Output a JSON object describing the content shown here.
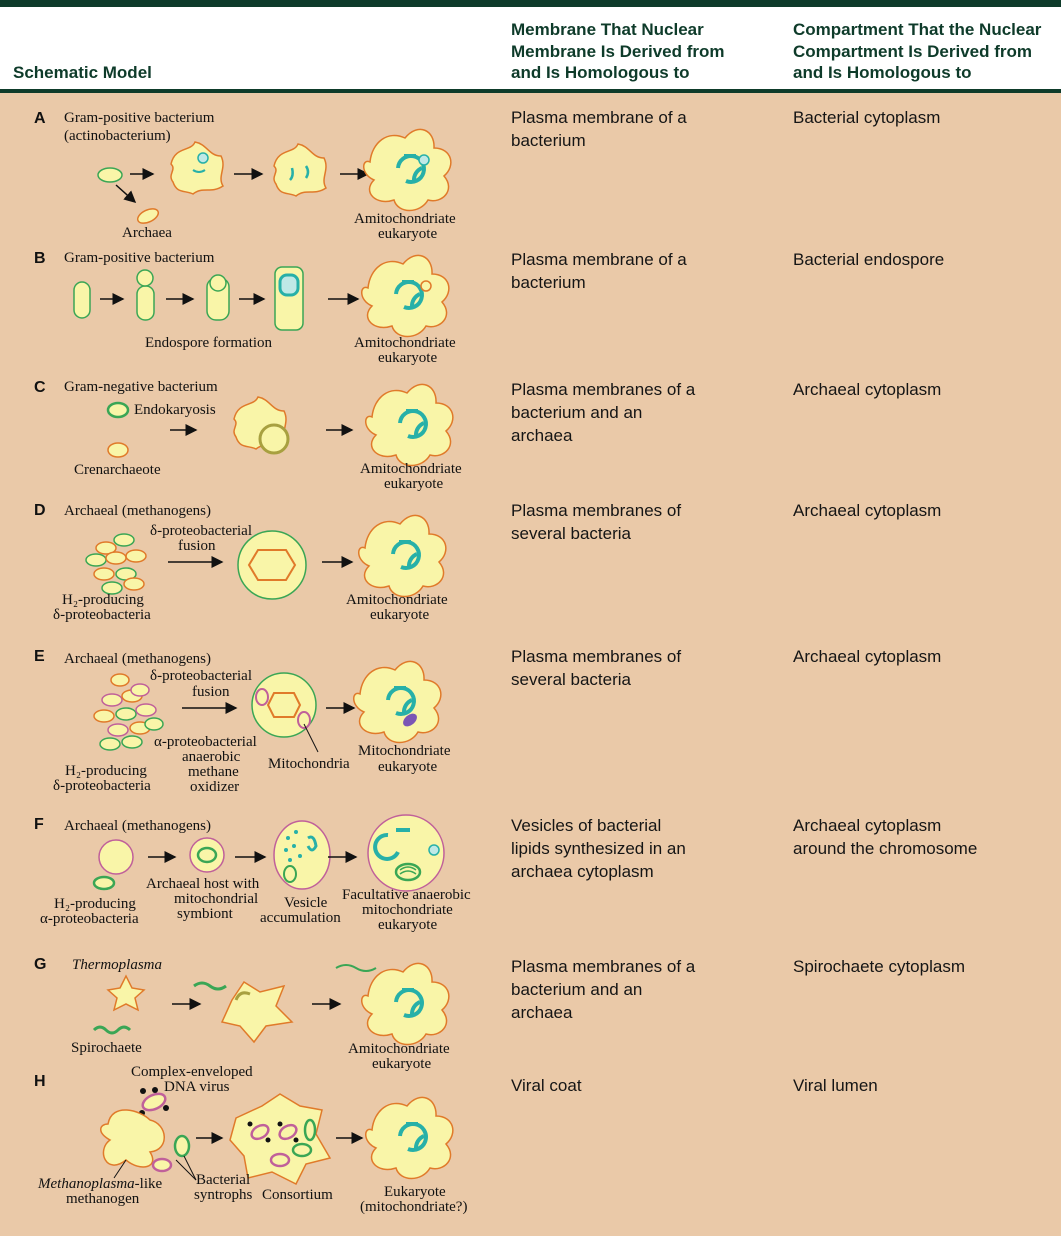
{
  "header": {
    "col1": "Schematic Model",
    "col2": [
      "Membrane That Nuclear",
      "Membrane Is Derived from",
      "and Is Homologous to"
    ],
    "col3": [
      "Compartment That the Nuclear",
      "Compartment Is Derived from",
      "and Is Homologous to"
    ]
  },
  "rows": [
    {
      "letter": "A",
      "membrane": [
        "Plasma membrane of a",
        "bacterium"
      ],
      "compartment": [
        "Bacterial cytoplasm"
      ],
      "labels": [
        "Gram-positive bacterium",
        "(actinobacterium)",
        "Archaea",
        "Amitochondriate",
        "eukaryote"
      ]
    },
    {
      "letter": "B",
      "membrane": [
        "Plasma membrane of a",
        "bacterium"
      ],
      "compartment": [
        "Bacterial endospore"
      ],
      "labels": [
        "Gram-positive bacterium",
        "Endospore formation",
        "Amitochondriate",
        "eukaryote"
      ]
    },
    {
      "letter": "C",
      "membrane": [
        "Plasma membranes of a",
        "bacterium and an",
        "archaea"
      ],
      "compartment": [
        "Archaeal cytoplasm"
      ],
      "labels": [
        "Gram-negative bacterium",
        "Endokaryosis",
        "Crenarchaeote",
        "Amitochondriate",
        "eukaryote"
      ]
    },
    {
      "letter": "D",
      "membrane": [
        "Plasma membranes of",
        "several bacteria"
      ],
      "compartment": [
        "Archaeal cytoplasm"
      ],
      "labels": [
        "Archaeal (methanogens)",
        "δ-proteobacterial",
        "fusion",
        "H₂-producing",
        "δ-proteobacteria",
        "Amitochondriate",
        "eukaryote"
      ]
    },
    {
      "letter": "E",
      "membrane": [
        "Plasma membranes of",
        "several bacteria"
      ],
      "compartment": [
        "Archaeal cytoplasm"
      ],
      "labels": [
        "Archaeal (methanogens)",
        "δ-proteobacterial",
        "fusion",
        "α-proteobacterial",
        "anaerobic",
        "methane",
        "oxidizer",
        "H₂-producing",
        "δ-proteobacteria",
        "Mitochondria",
        "Mitochondriate",
        "eukaryote"
      ]
    },
    {
      "letter": "F",
      "membrane": [
        "Vesicles of bacterial",
        "lipids synthesized in an",
        "archaea cytoplasm"
      ],
      "compartment": [
        "Archaeal cytoplasm",
        "around the chromosome"
      ],
      "labels": [
        "Archaeal (methanogens)",
        "Archaeal host with",
        "mitochondrial",
        "symbiont",
        "H₂-producing",
        "α-proteobacteria",
        "Vesicle",
        "accumulation",
        "Facultative anaerobic",
        "mitochondriate",
        "eukaryote"
      ]
    },
    {
      "letter": "G",
      "membrane": [
        "Plasma membranes of a",
        "bacterium and an",
        "archaea"
      ],
      "compartment": [
        "Spirochaete cytoplasm"
      ],
      "labels": [
        "Thermoplasma",
        "Spirochaete",
        "Amitochondriate",
        "eukaryote"
      ]
    },
    {
      "letter": "H",
      "membrane": [
        "Viral coat"
      ],
      "compartment": [
        "Viral lumen"
      ],
      "labels": [
        "Complex-enveloped",
        "DNA virus",
        "Methanoplasma",
        "-like",
        "methanogen",
        "Bacterial",
        "syntrophs",
        "Consortium",
        "Eukaryote",
        "(mitochondriate?)"
      ]
    }
  ],
  "colors": {
    "background": "#eac9a8",
    "header_rule": "#0e3b2a",
    "cell_fill": "#f9f5a8",
    "outline": "#e07a2a",
    "nucleus": "#27b0a8",
    "green_bacterium": "#3aa655",
    "pink_bacterium": "#c0609a",
    "purple_organelle": "#7b55b5"
  }
}
